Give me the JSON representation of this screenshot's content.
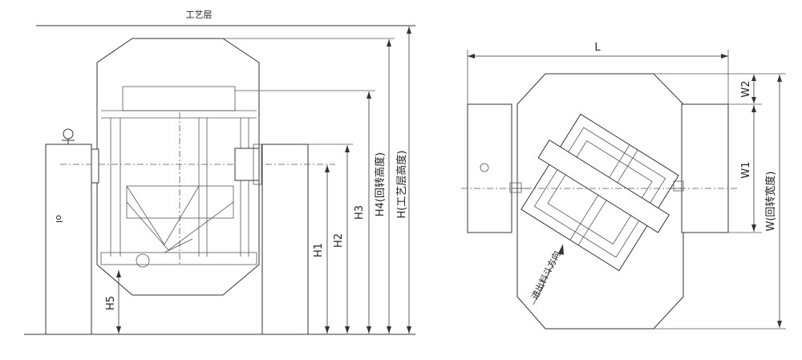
{
  "labels": {
    "process_floor": "工艺层",
    "h": "H(工艺层高度)",
    "h4": "H4(回转高度)",
    "h3": "H3",
    "h2": "H2",
    "h1": "H1",
    "h5": "H5",
    "l": "L",
    "w": "W(回转宽度)",
    "w1": "W1",
    "w2": "W2",
    "inlet_direction": "进出料斗方向",
    "small_mark": "oI"
  }
}
